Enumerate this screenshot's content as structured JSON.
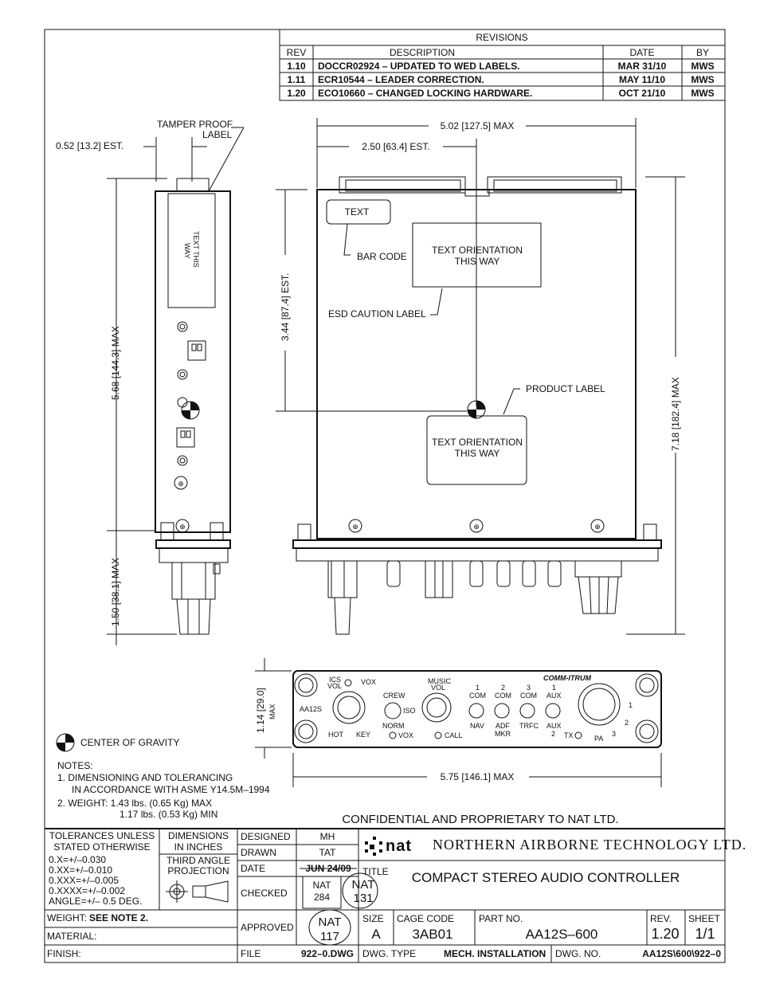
{
  "revisions": {
    "title": "REVISIONS",
    "headers": [
      "REV",
      "DESCRIPTION",
      "DATE",
      "BY"
    ],
    "rows": [
      [
        "1.10",
        "DOCCR02924 – UPDATED TO WED LABELS.",
        "MAR 31/10",
        "MWS"
      ],
      [
        "1.11",
        "ECR10544 – LEADER CORRECTION.",
        "MAY 11/10",
        "MWS"
      ],
      [
        "1.20",
        "ECO10660 – CHANGED LOCKING HARDWARE.",
        "OCT 21/10",
        "MWS"
      ]
    ]
  },
  "side_view": {
    "tamper_label": "TAMPER PROOF",
    "tamper_label2": "LABEL",
    "depth_dim": "0.52 [13.2] EST.",
    "height_dim": "5.68 [144.3] MAX",
    "knob_dim": "1.50 [38.1] MAX",
    "text_this_way": "TEXT THIS",
    "text_this_way2": "WAY"
  },
  "top_view": {
    "width_max": "5.02 [127.5] MAX",
    "width_est": "2.50 [63.4] EST.",
    "height_est": "3.44 [87.4] EST.",
    "height_max": "7.18 [182.4] MAX",
    "text_box": "TEXT",
    "bar_code": "BAR CODE",
    "orientation1_a": "TEXT ORIENTATION",
    "orientation1_b": "THIS WAY",
    "esd_label": "ESD CAUTION LABEL",
    "product_label": "PRODUCT LABEL",
    "orientation2_a": "TEXT ORIENTATION",
    "orientation2_b": "THIS WAY"
  },
  "front_panel": {
    "height_dim": "1.14 [29.0]",
    "height_max": "MAX",
    "width_dim": "5.75 [146.1] MAX",
    "model": "AA12S",
    "ics_vol": "ICS",
    "vol": "VOL",
    "vox": "VOX",
    "hot": "HOT",
    "key": "KEY",
    "crew": "CREW",
    "iso": "ISO",
    "norm": "NORM",
    "vox2": "VOX",
    "music": "MUSIC",
    "music_vol": "VOL",
    "call": "CALL",
    "com1_n": "1",
    "com1": "COM",
    "com2_n": "2",
    "com2": "COM",
    "com3_n": "3",
    "com3": "COM",
    "aux1_n": "1",
    "aux1": "AUX",
    "nav": "NAV",
    "adf": "ADF",
    "mkr": "MKR",
    "trfc": "TRFC",
    "aux2": "AUX",
    "aux2_n": "2",
    "tx": "TX",
    "pa": "PA",
    "pa1": "1",
    "pa2": "2",
    "pa3": "3",
    "brand": "COMM-ITRUM"
  },
  "center_of_gravity": "CENTER OF GRAVITY",
  "notes": {
    "title": "NOTES:",
    "n1a": "1. DIMENSIONING AND TOLERANCING",
    "n1b": "IN ACCORDANCE WITH ASME Y14.5M–1994",
    "n2a": "2. WEIGHT: 1.43 lbs. (0.65 Kg) MAX",
    "n2b": "1.17 lbs. (0.53 Kg) MIN"
  },
  "confidential": "CONFIDENTIAL AND PROPRIETARY TO NAT LTD.",
  "title_block": {
    "tolerances_a": "TOLERANCES UNLESS",
    "tolerances_b": "STATED OTHERWISE",
    "tol1": "0.X=+/–0.030",
    "tol2": "0.XX=+/–0.010",
    "tol3": "0.XXX=+/–0.005",
    "tol4": "0.XXXX=+/–0.002",
    "tol5": "ANGLE=+/– 0.5 DEG.",
    "dims_a": "DIMENSIONS",
    "dims_b": "IN INCHES",
    "proj_a": "THIRD ANGLE",
    "proj_b": "PROJECTION",
    "designed": "DESIGNED",
    "designed_val": "MH",
    "drawn": "DRAWN",
    "drawn_val": "TAT",
    "date": "DATE",
    "date_val": "JUN 24/09",
    "checked": "CHECKED",
    "stamp_nat": "NAT",
    "stamp284": "284",
    "stamp131": "131",
    "approved": "APPROVED",
    "stamp117": "117",
    "company_logo": "nat",
    "company": "NORTHERN AIRBORNE TECHNOLOGY LTD.",
    "title_lbl": "TITLE",
    "title": "COMPACT STEREO AUDIO CONTROLLER",
    "size_lbl": "SIZE",
    "size": "A",
    "cage_lbl": "CAGE CODE",
    "cage": "3AB01",
    "part_lbl": "PART NO.",
    "part": "AA12S–600",
    "rev_lbl": "REV.",
    "rev": "1.20",
    "sheet_lbl": "SHEET",
    "sheet": "1/1",
    "weight_lbl": "WEIGHT:",
    "weight": "SEE NOTE 2.",
    "material": "MATERIAL:",
    "finish": "FINISH:",
    "file_lbl": "FILE",
    "file": "922–0.DWG",
    "dwg_type_lbl": "DWG. TYPE",
    "dwg_type": "MECH. INSTALLATION",
    "dwg_no_lbl": "DWG. NO.",
    "dwg_no": "AA12S\\600\\922–0"
  }
}
